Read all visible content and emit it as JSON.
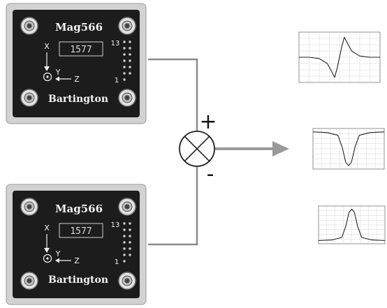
{
  "sensors": [
    {
      "model": "Mag566",
      "serial": "1577",
      "brand": "Bartington",
      "axis_x": "X",
      "axis_y": "Y",
      "axis_z": "Z",
      "pin_top": "13",
      "pin_bottom": "1"
    },
    {
      "model": "Mag566",
      "serial": "1577",
      "brand": "Bartington",
      "axis_x": "X",
      "axis_y": "Y",
      "axis_z": "Z",
      "pin_top": "13",
      "pin_bottom": "1"
    }
  ],
  "summing_junction": {
    "plus_sign": "+",
    "minus_sign": "-"
  },
  "colors": {
    "wire": "#8a8a8a",
    "arrow": "#9a9a9a",
    "sensor_body": "#1c1c1c",
    "sensor_shell": "#d2d2d2"
  },
  "chart_data": [
    {
      "type": "line",
      "shape": "bipolar",
      "x": [
        -100,
        -75,
        -50,
        -30,
        -20,
        -12,
        -6,
        0,
        6,
        12,
        20,
        30,
        50,
        75,
        100
      ],
      "y": [
        0,
        0,
        -5,
        -25,
        -55,
        -80,
        -45,
        0,
        45,
        80,
        55,
        25,
        5,
        0,
        0
      ],
      "ylim": [
        -100,
        100
      ]
    },
    {
      "type": "line",
      "shape": "negative-pulse",
      "x": [
        -100,
        -60,
        -30,
        -18,
        -8,
        0,
        8,
        18,
        30,
        60,
        100
      ],
      "y": [
        0,
        -2,
        -10,
        -45,
        -90,
        -100,
        -90,
        -45,
        -10,
        -2,
        0
      ],
      "ylim": [
        -110,
        10
      ]
    },
    {
      "type": "line",
      "shape": "positive-pulse",
      "x": [
        -100,
        -60,
        -30,
        -18,
        -8,
        0,
        8,
        18,
        30,
        60,
        100
      ],
      "y": [
        0,
        2,
        10,
        45,
        90,
        100,
        90,
        45,
        10,
        2,
        0
      ],
      "ylim": [
        -10,
        110
      ]
    }
  ]
}
